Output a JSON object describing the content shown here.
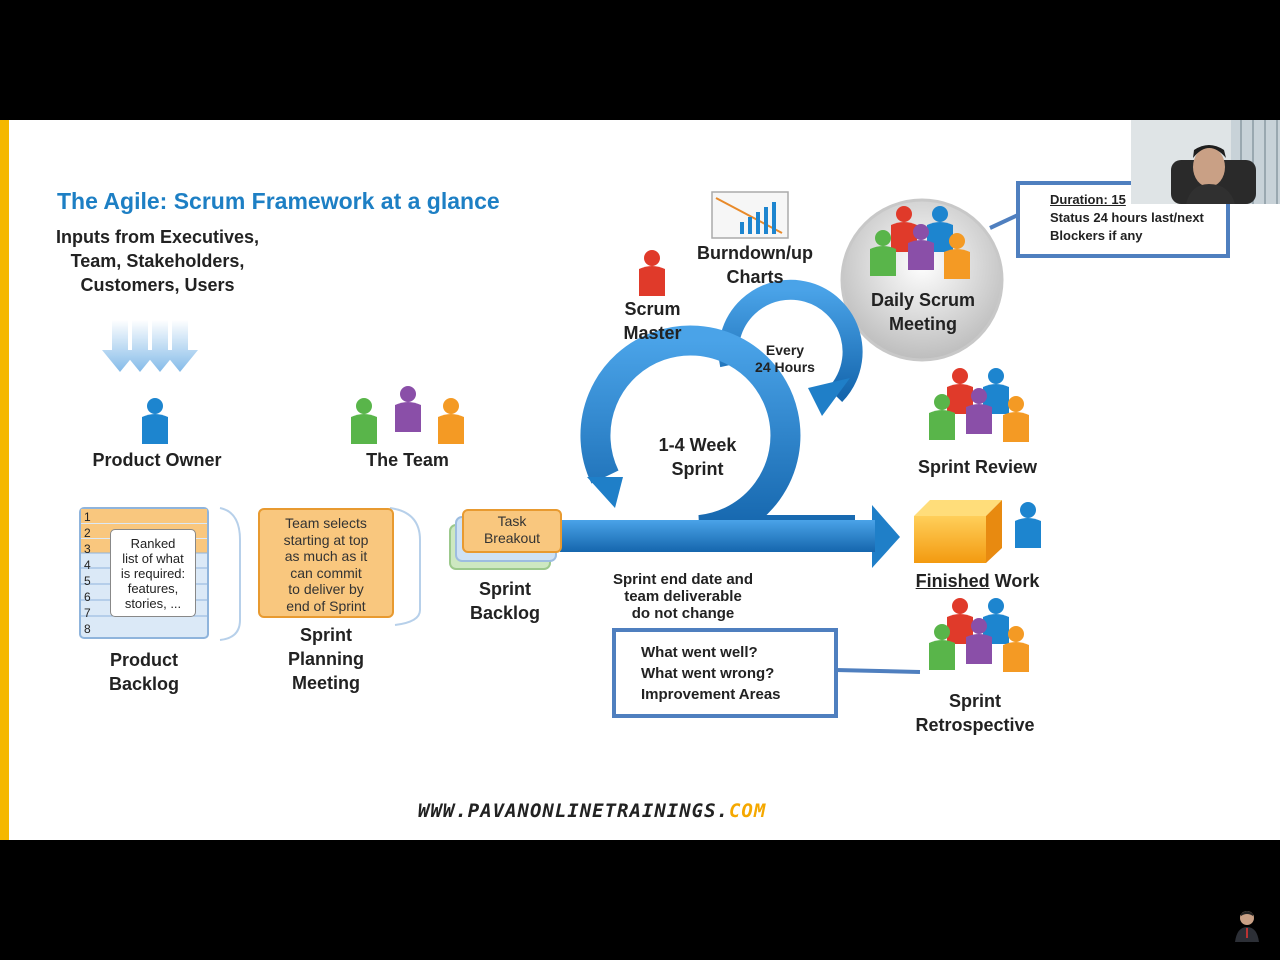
{
  "slide": {
    "title": "The Agile: Scrum Framework at a glance",
    "inputs_line1": "Inputs from Executives,",
    "inputs_line2": "Team, Stakeholders,",
    "inputs_line3": "Customers, Users",
    "product_owner": "Product Owner",
    "the_team": "The Team",
    "scrum_master_1": "Scrum",
    "scrum_master_2": "Master",
    "burndown_1": "Burndown/up",
    "burndown_2": "Charts",
    "daily_1": "Daily Scrum",
    "daily_2": "Meeting",
    "every_1": "Every",
    "every_2": "24 Hours",
    "sprint_1": "1-4 Week",
    "sprint_2": "Sprint",
    "sprint_review": "Sprint Review",
    "finished_1": "Finished",
    "finished_2": " Work",
    "task_1": "Task",
    "task_2": "Breakout",
    "sprint_backlog_1": "Sprint",
    "sprint_backlog_2": "Backlog",
    "end_1": "Sprint end date and",
    "end_2": "team deliverable",
    "end_3": "do not change",
    "product_backlog_1": "Product",
    "product_backlog_2": "Backlog",
    "planning_1": "Sprint",
    "planning_2": "Planning",
    "planning_3": "Meeting",
    "team_selects": [
      "Team selects",
      "starting at top",
      "as much as it",
      "can commit",
      "to deliver by",
      "end of Sprint"
    ],
    "ranked": [
      "Ranked",
      "list of what",
      "is required:",
      "features,",
      "stories, ..."
    ],
    "backlog_numbers": [
      "1",
      "2",
      "3",
      "4",
      "5",
      "6",
      "7",
      "8"
    ],
    "retro_1": "Sprint",
    "retro_2": "Retrospective",
    "retro_notes": [
      "What went well?",
      "What went wrong?",
      "Improvement Areas"
    ],
    "daily_notes": [
      "Duration: 15",
      "Status 24 hours last/next",
      "Blockers if any"
    ],
    "url_domain": "WWW.PAVANONLINETRAININGS.",
    "url_tld": "COM"
  },
  "colors": {
    "title_blue": "#1d7fc4",
    "arrow_blue": "#1f7fc8",
    "accent_yellow": "#f5b800",
    "note_border": "#4f7fbf"
  },
  "icons": [
    "person-icon",
    "team-icon",
    "chart-icon",
    "arrow-down-icon",
    "cycle-arrow-icon",
    "box-icon"
  ]
}
